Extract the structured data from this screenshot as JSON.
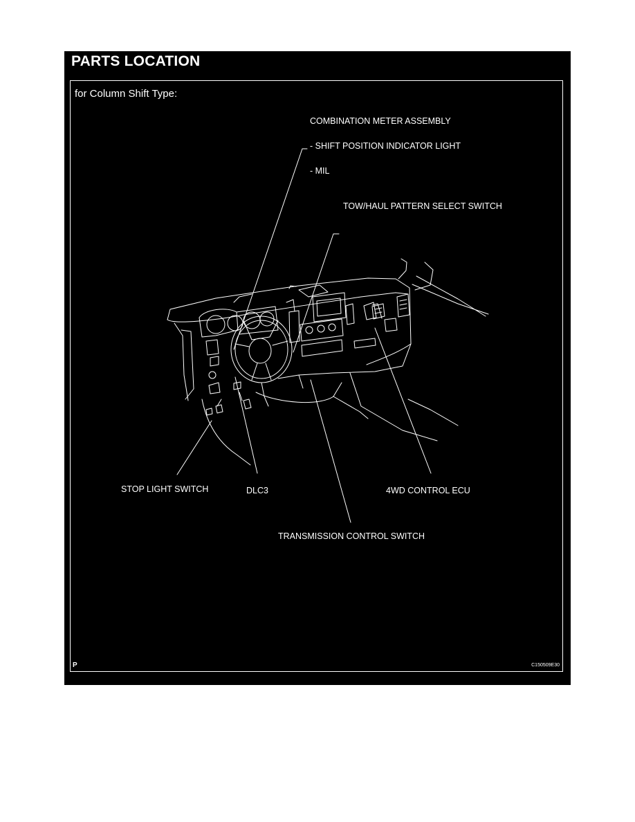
{
  "page": {
    "title": "PARTS LOCATION",
    "subtitle": "for Column Shift Type:",
    "page_letter": "P",
    "figure_code": "C150509E30"
  },
  "callouts": {
    "combination_meter": "COMBINATION METER ASSEMBLY",
    "shift_position_indicator": "- SHIFT POSITION INDICATOR LIGHT",
    "mil": "- MIL",
    "tow_haul_switch": "TOW/HAUL PATTERN SELECT SWITCH",
    "stop_light_switch": "STOP LIGHT SWITCH",
    "dlc3": "DLC3",
    "fourwd_ecu": "4WD CONTROL ECU",
    "transmission_switch": "TRANSMISSION CONTROL SWITCH"
  },
  "colors": {
    "background": "#000000",
    "line_art": "#ffffff",
    "page": "#ffffff"
  }
}
